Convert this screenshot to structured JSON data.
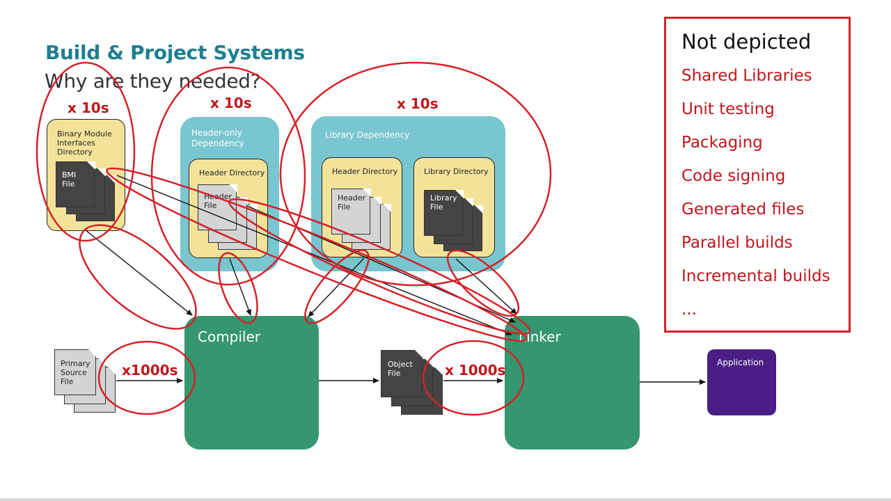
{
  "title": "Build & Project Systems",
  "subtitle": "Why are they needed?",
  "bmi": {
    "multiplier": "x 10s",
    "label": "Binary Module Interfaces Directory",
    "file_label": "BMI File"
  },
  "header_only": {
    "multiplier": "x 10s",
    "label": "Header-only Dependency",
    "dir_label": "Header Directory",
    "file_label": "Header File"
  },
  "library": {
    "multiplier": "x 10s",
    "label": "Library Dependency",
    "header_dir_label": "Header Directory",
    "header_file_label": "Header File",
    "lib_dir_label": "Library Directory",
    "lib_file_label": "Library File"
  },
  "source": {
    "label": "Primary Source File",
    "multiplier": "x1000s"
  },
  "compiler": {
    "label": "Compiler"
  },
  "object": {
    "label": "Object File",
    "multiplier": "x 1000s"
  },
  "linker": {
    "label": "Linker"
  },
  "application": {
    "label": "Application"
  },
  "not_depicted": {
    "title": "Not depicted",
    "items": [
      "Shared Libraries",
      "Unit testing",
      "Packaging",
      "Code signing",
      "Generated files",
      "Parallel builds",
      "Incremental builds",
      "..."
    ]
  },
  "colors": {
    "title": "#1f7f8f",
    "annotation_red": "#d42128",
    "teal": "#79c6d1",
    "yellow": "#f3e39a",
    "green": "#359670",
    "purple": "#4a1e85"
  }
}
